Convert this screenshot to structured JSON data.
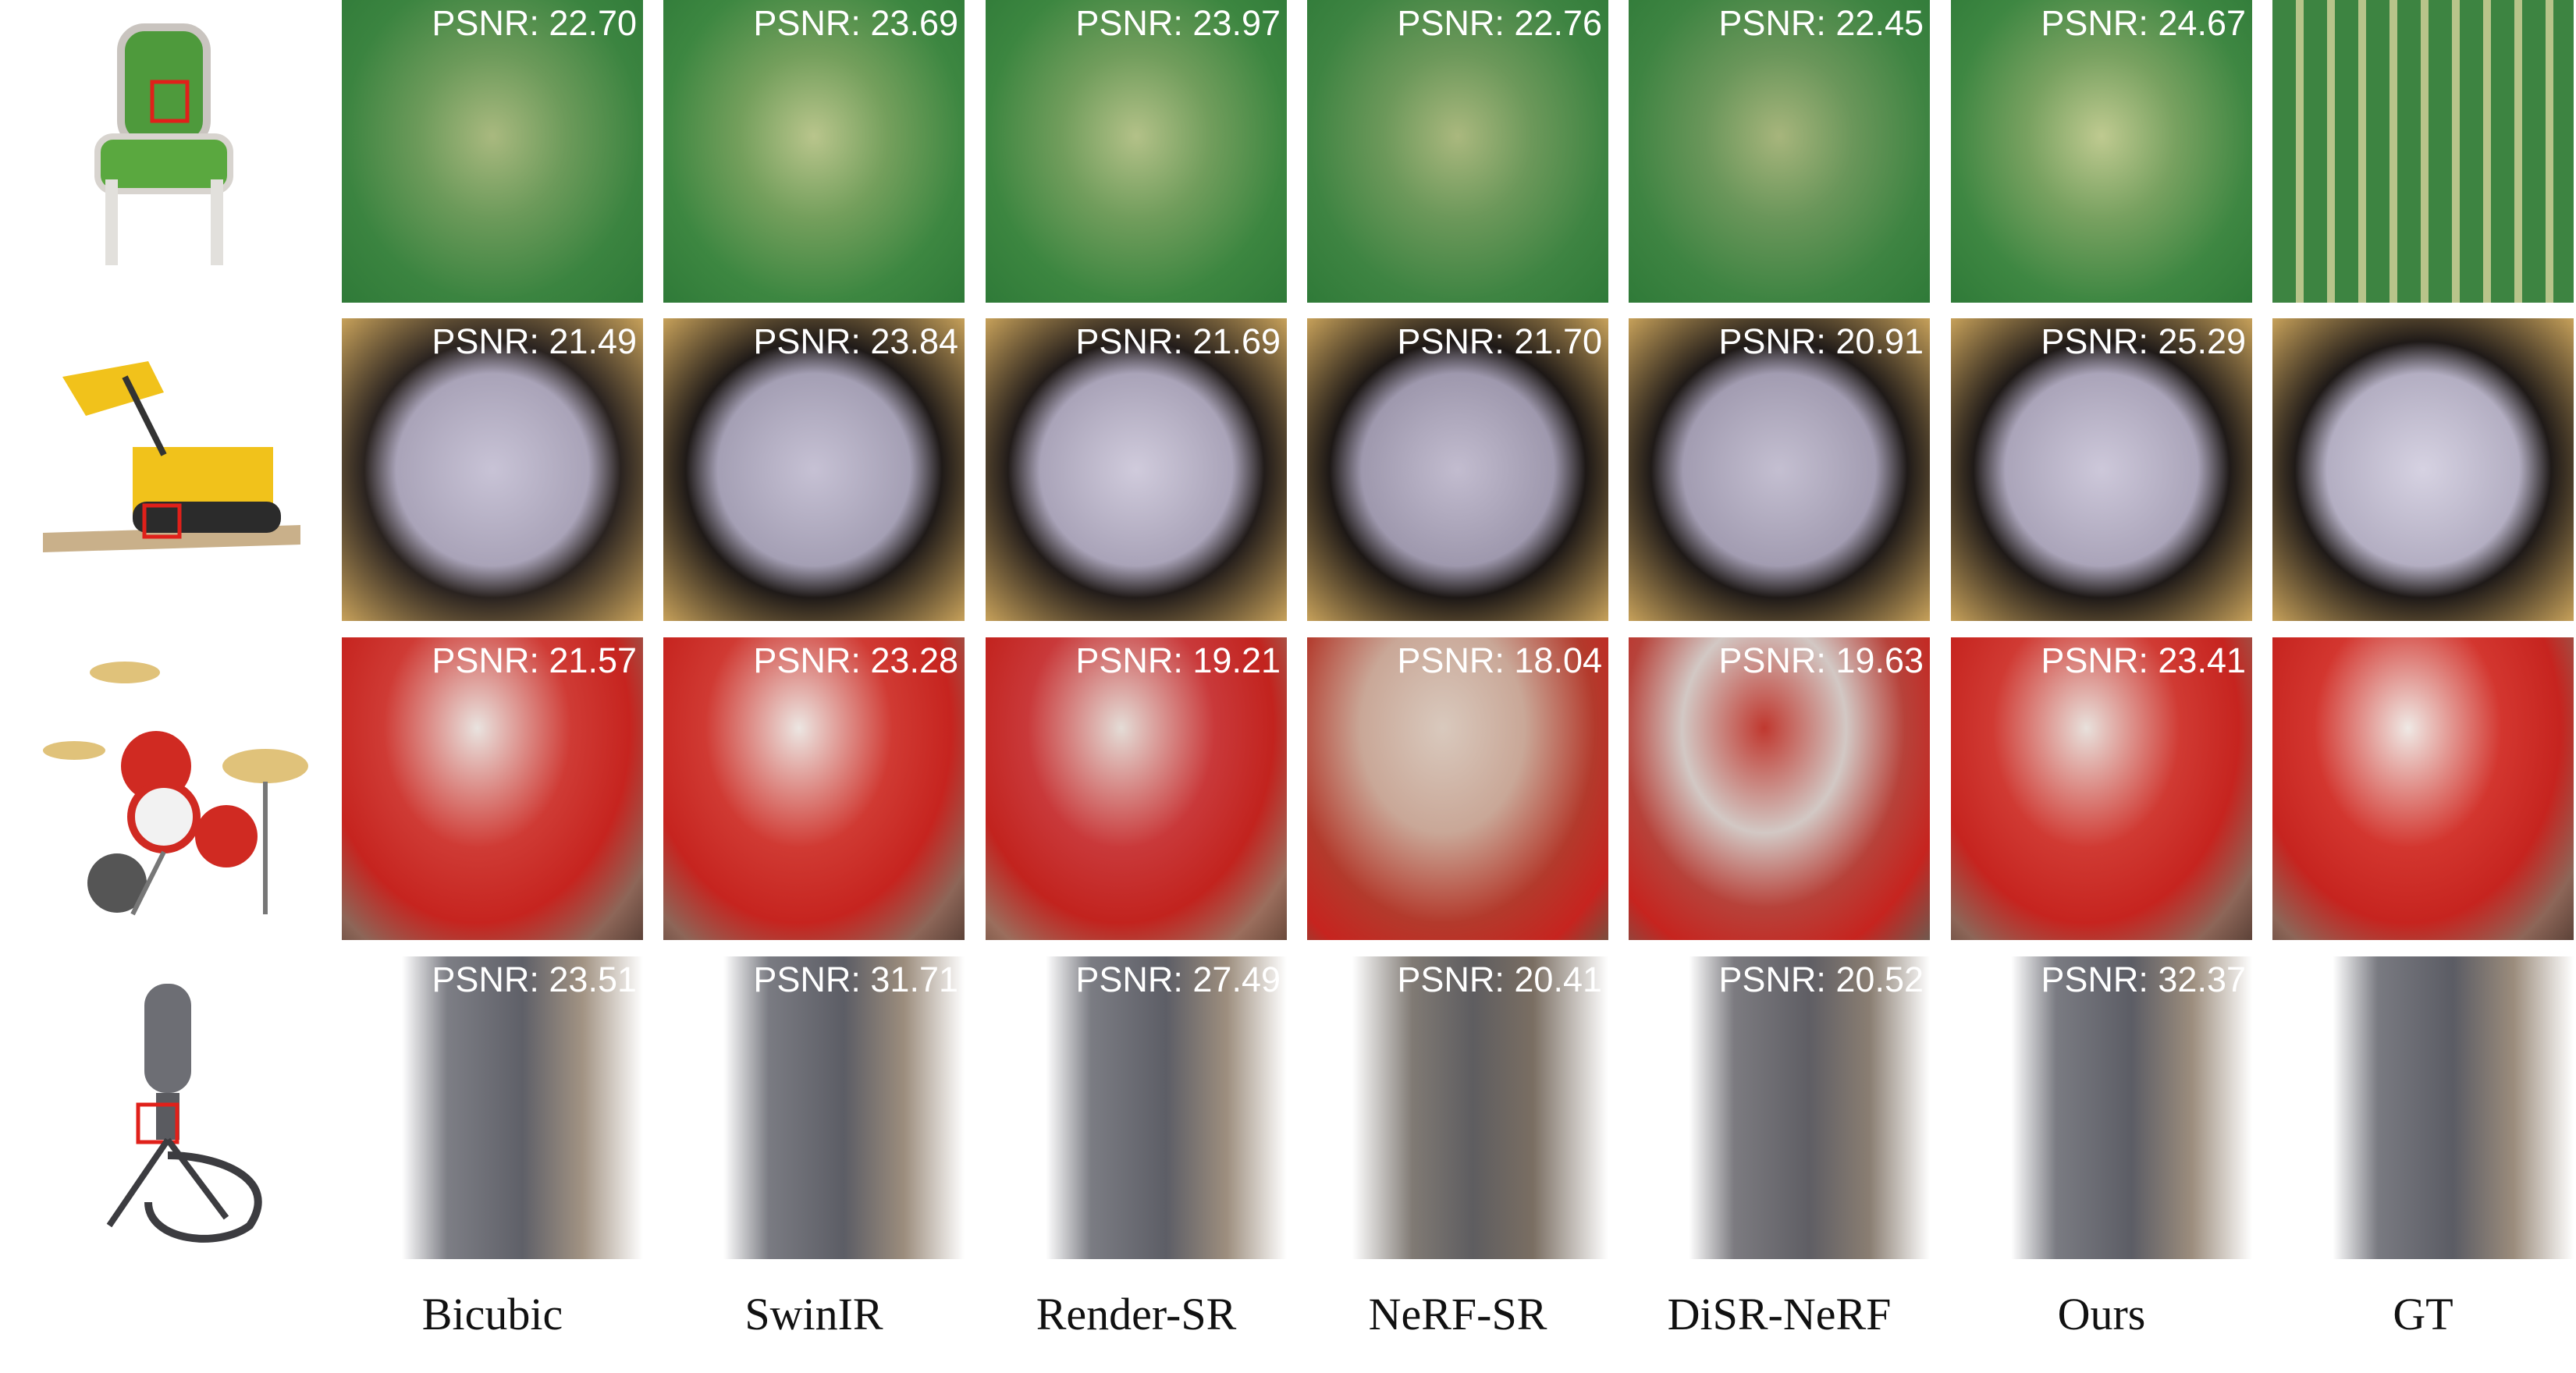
{
  "methods": [
    "Bicubic",
    "SwinIR",
    "Render-SR",
    "NeRF-SR",
    "DiSR-NeRF",
    "Ours",
    "GT"
  ],
  "scenes": [
    {
      "name": "chair",
      "psnr": [
        "PSNR: 22.70",
        "PSNR: 23.69",
        "PSNR: 23.97",
        "PSNR: 22.76",
        "PSNR: 22.45",
        "PSNR: 24.67",
        ""
      ]
    },
    {
      "name": "lego",
      "psnr": [
        "PSNR: 21.49",
        "PSNR: 23.84",
        "PSNR: 21.69",
        "PSNR: 21.70",
        "PSNR: 20.91",
        "PSNR: 25.29",
        ""
      ]
    },
    {
      "name": "drums",
      "psnr": [
        "PSNR: 21.57",
        "PSNR: 23.28",
        "PSNR: 19.21",
        "PSNR: 18.04",
        "PSNR: 19.63",
        "PSNR: 23.41",
        ""
      ]
    },
    {
      "name": "mic",
      "psnr": [
        "PSNR: 23.51",
        "PSNR: 31.71",
        "PSNR: 27.49",
        "PSNR: 20.41",
        "PSNR: 20.52",
        "PSNR: 32.37",
        ""
      ]
    }
  ],
  "colors": {
    "chair": "#3f8a3e",
    "lego": "#c9c4d4",
    "drums": "#c8231c",
    "mic": "#5f6068",
    "highlight_box": "#e0201a"
  }
}
